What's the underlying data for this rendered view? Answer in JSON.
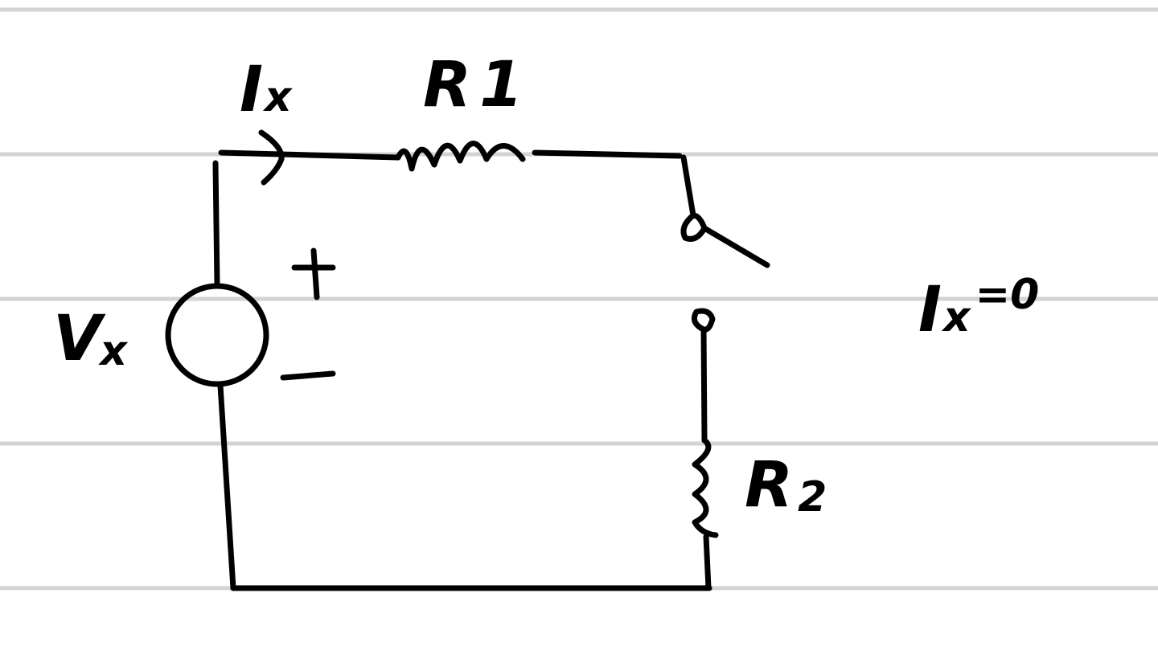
{
  "colors": {
    "background": "#ffffff",
    "ruled_line": "#d3d3d3",
    "ink": "#000000"
  },
  "labels": {
    "current_main": "I",
    "current_sub": "x",
    "r1_main": "R",
    "r1_sub": "1",
    "vs_main": "V",
    "vs_sub": "x",
    "plus": "+",
    "minus": "–",
    "r2_main": "R",
    "r2_sub": "2",
    "note_main": "I",
    "note_sub": "x",
    "note_rest": "=0"
  }
}
